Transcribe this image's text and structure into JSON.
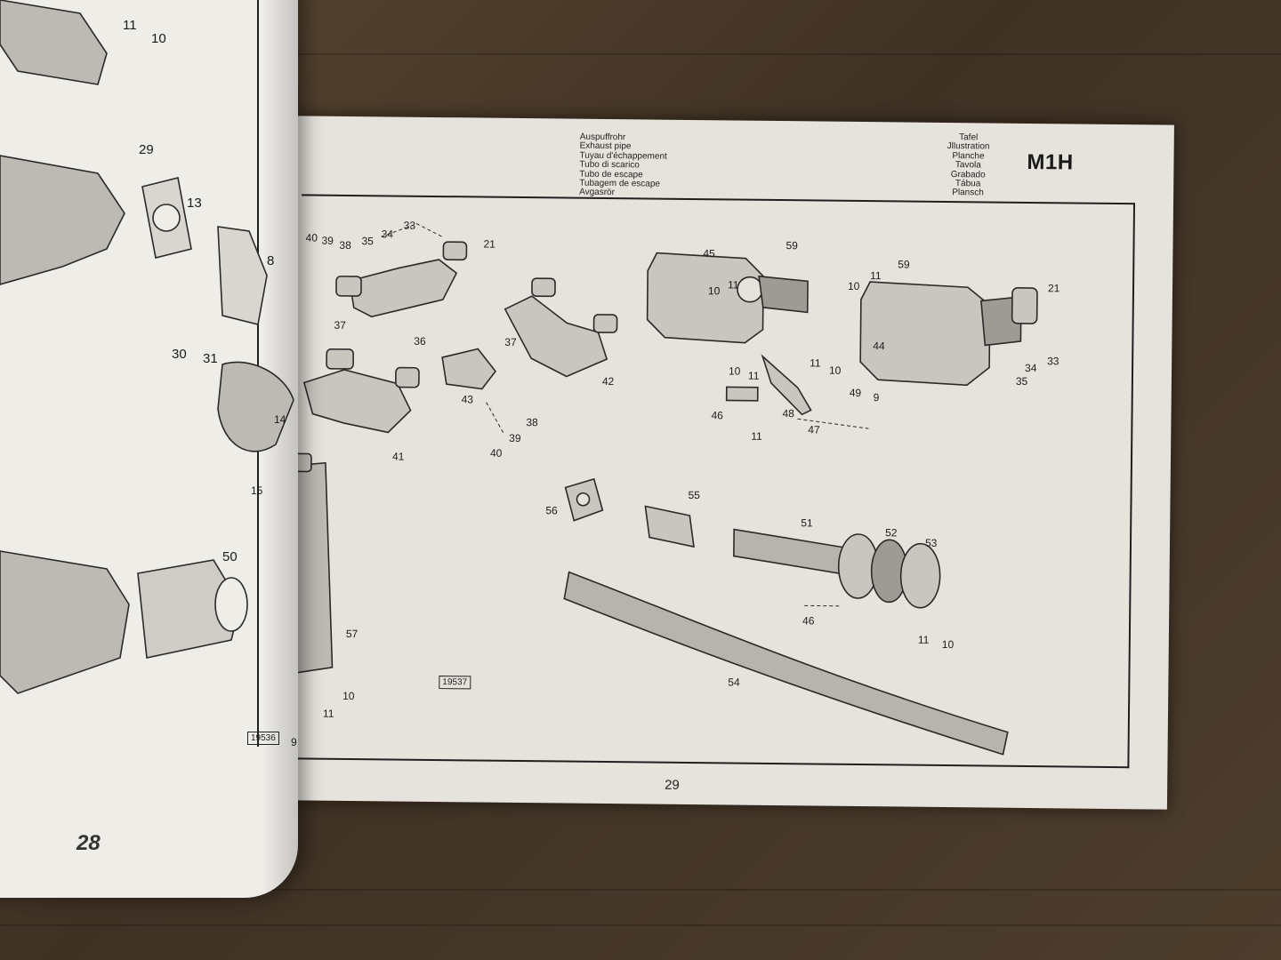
{
  "header": {
    "descriptions": [
      "Auspuffrohr",
      "Exhaust pipe",
      "Tuyau d'échappement",
      "Tubo di scarico",
      "Tubo de escape",
      "Tubagem de escape",
      "Avgasrör"
    ],
    "labels": [
      "Tafel",
      "Jllustration",
      "Planche",
      "Tavola",
      "Grabado",
      "Tábua",
      "Plansch"
    ],
    "page_code": "M1H"
  },
  "right_page": {
    "page_number": "29",
    "reference_box": "19537",
    "callouts": [
      {
        "text": "40"
      },
      {
        "text": "39"
      },
      {
        "text": "38"
      },
      {
        "text": "35"
      },
      {
        "text": "34"
      },
      {
        "text": "33"
      },
      {
        "text": "21"
      },
      {
        "text": "37"
      },
      {
        "text": "36"
      },
      {
        "text": "45"
      },
      {
        "text": "59"
      },
      {
        "text": "10"
      },
      {
        "text": "11"
      },
      {
        "text": "59"
      },
      {
        "text": "11"
      },
      {
        "text": "10"
      },
      {
        "text": "21"
      },
      {
        "text": "44"
      },
      {
        "text": "37"
      },
      {
        "text": "42"
      },
      {
        "text": "43"
      },
      {
        "text": "38"
      },
      {
        "text": "39"
      },
      {
        "text": "40"
      },
      {
        "text": "41"
      },
      {
        "text": "10"
      },
      {
        "text": "11"
      },
      {
        "text": "11"
      },
      {
        "text": "10"
      },
      {
        "text": "49"
      },
      {
        "text": "9"
      },
      {
        "text": "46"
      },
      {
        "text": "48"
      },
      {
        "text": "11"
      },
      {
        "text": "47"
      },
      {
        "text": "34"
      },
      {
        "text": "33"
      },
      {
        "text": "35"
      },
      {
        "text": "56"
      },
      {
        "text": "55"
      },
      {
        "text": "51"
      },
      {
        "text": "52"
      },
      {
        "text": "53"
      },
      {
        "text": "46"
      },
      {
        "text": "11"
      },
      {
        "text": "10"
      },
      {
        "text": "54"
      },
      {
        "text": "57"
      },
      {
        "text": "11"
      },
      {
        "text": "10"
      }
    ]
  },
  "left_page": {
    "page_number": "28",
    "reference_box": "19536",
    "callouts": [
      {
        "text": "11"
      },
      {
        "text": "10"
      },
      {
        "text": "29"
      },
      {
        "text": "13"
      },
      {
        "text": "8"
      },
      {
        "text": "30"
      },
      {
        "text": "31"
      },
      {
        "text": "14"
      },
      {
        "text": "15"
      },
      {
        "text": "50"
      },
      {
        "text": "9"
      }
    ]
  }
}
